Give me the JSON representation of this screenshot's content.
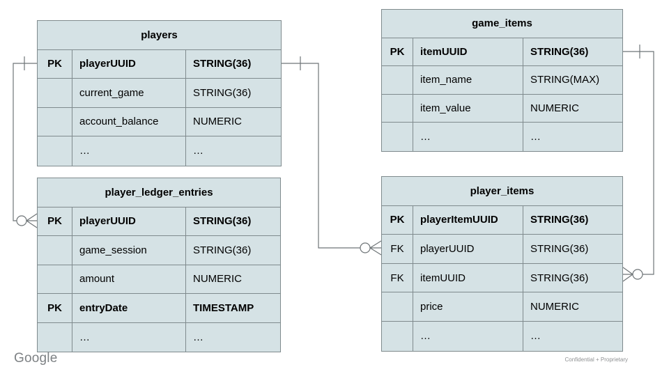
{
  "colors": {
    "table_fill": "#d5e2e5",
    "table_border": "#7f8a8d",
    "connector": "#6e7477",
    "footer_brand_gray": "#7d8184",
    "footer_note_gray": "#8f9193"
  },
  "tables": {
    "players": {
      "title": "players",
      "rows": [
        {
          "key": "PK",
          "name": "playerUUID",
          "type": "STRING(36)"
        },
        {
          "key": "",
          "name": "current_game",
          "type": "STRING(36)"
        },
        {
          "key": "",
          "name": "account_balance",
          "type": "NUMERIC"
        },
        {
          "key": "",
          "name": "…",
          "type": "…"
        }
      ]
    },
    "game_items": {
      "title": "game_items",
      "rows": [
        {
          "key": "PK",
          "name": "itemUUID",
          "type": "STRING(36)"
        },
        {
          "key": "",
          "name": "item_name",
          "type": "STRING(MAX)"
        },
        {
          "key": "",
          "name": "item_value",
          "type": "NUMERIC"
        },
        {
          "key": "",
          "name": "…",
          "type": "…"
        }
      ]
    },
    "player_ledger_entries": {
      "title": "player_ledger_entries",
      "rows": [
        {
          "key": "PK",
          "name": "playerUUID",
          "type": "STRING(36)"
        },
        {
          "key": "",
          "name": "game_session",
          "type": "STRING(36)"
        },
        {
          "key": "",
          "name": "amount",
          "type": "NUMERIC"
        },
        {
          "key": "PK",
          "name": "entryDate",
          "type": "TIMESTAMP"
        },
        {
          "key": "",
          "name": "…",
          "type": "…"
        }
      ]
    },
    "player_items": {
      "title": "player_items",
      "rows": [
        {
          "key": "PK",
          "name": "playerItemUUID",
          "type": "STRING(36)"
        },
        {
          "key": "FK",
          "name": "playerUUID",
          "type": "STRING(36)"
        },
        {
          "key": "FK",
          "name": "itemUUID",
          "type": "STRING(36)"
        },
        {
          "key": "",
          "name": "price",
          "type": "NUMERIC"
        },
        {
          "key": "",
          "name": "…",
          "type": "…"
        }
      ]
    }
  },
  "relationships": [
    {
      "from": "players.playerUUID",
      "to": "player_ledger_entries.playerUUID",
      "from_cardinality": "one",
      "to_cardinality": "zero-or-many"
    },
    {
      "from": "players.playerUUID",
      "to": "player_items.playerUUID",
      "from_cardinality": "one",
      "to_cardinality": "zero-or-many"
    },
    {
      "from": "game_items.itemUUID",
      "to": "player_items.itemUUID",
      "from_cardinality": "one",
      "to_cardinality": "zero-or-many"
    }
  ],
  "footer": {
    "brand": "Google",
    "note": "Confidential + Proprietary"
  }
}
